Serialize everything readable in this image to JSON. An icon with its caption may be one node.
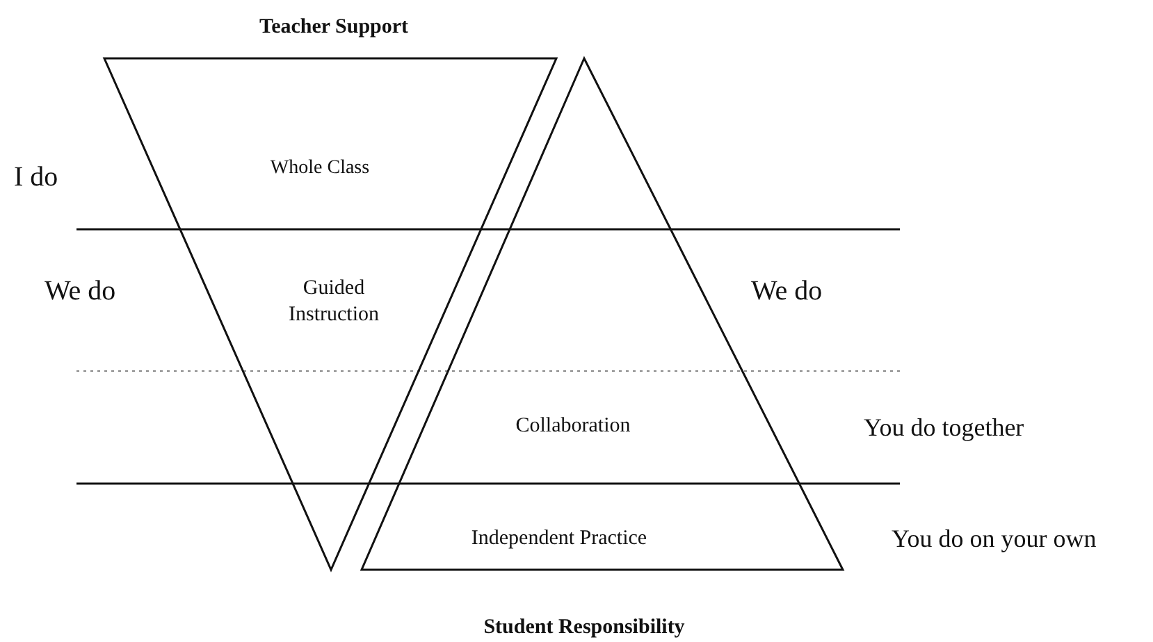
{
  "diagram": {
    "nodes": [
      {
        "text": [
          "Teacher Support",
          "Whole Class",
          "Guided Instruction"
        ]
      },
      {
        "text": [
          "Collaboration",
          "Independent Practice",
          "Student Responsibility"
        ]
      }
    ],
    "labels": [
      "I do",
      "We do",
      "We do",
      "You do together",
      "You do on your own"
    ]
  }
}
